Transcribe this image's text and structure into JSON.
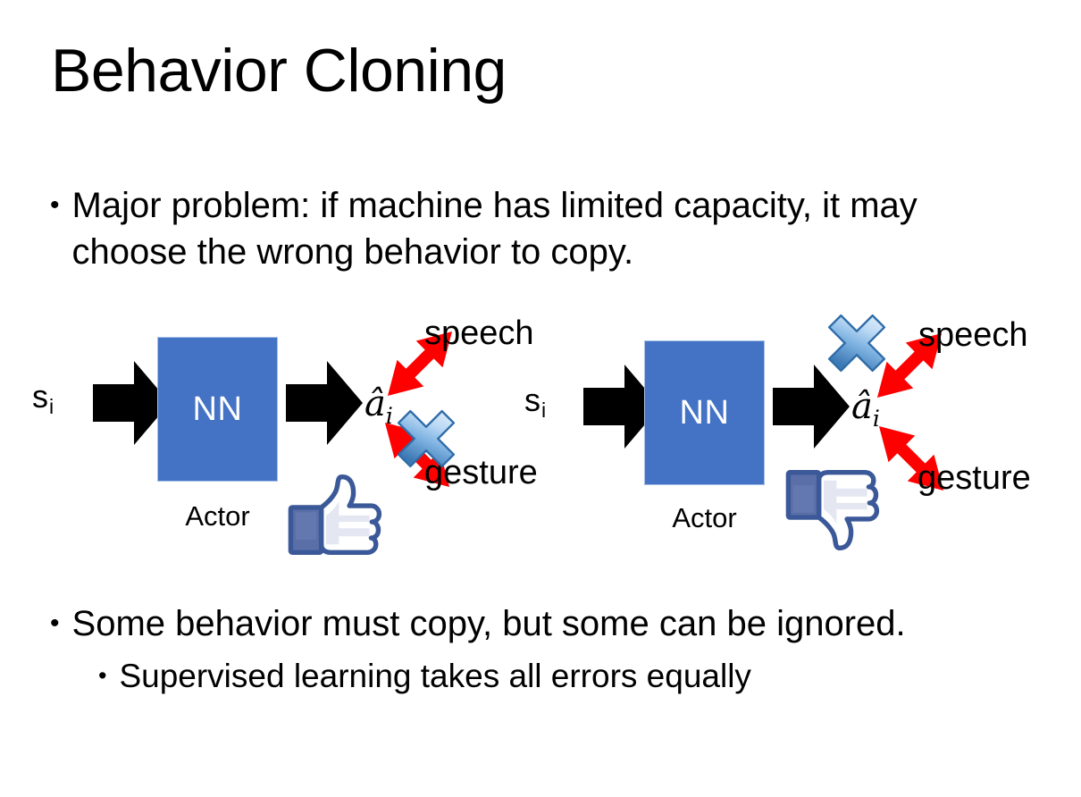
{
  "slide": {
    "title": "Behavior Cloning",
    "background_color": "#FFFFFF",
    "text_color": "#000000"
  },
  "bullets": [
    {
      "marker": "•",
      "text": "Major problem: if machine has limited capacity, it may choose the wrong behavior to copy.",
      "level": 1
    },
    {
      "marker": "•",
      "text": "Some behavior must copy, but some can be ignored.",
      "level": 1
    },
    {
      "marker": "•",
      "text": "Supervised learning takes all errors equally",
      "level": 2
    }
  ],
  "colors": {
    "nn_box_fill": "#4472C4",
    "nn_box_border": "#A7C0E8",
    "arrow_black": "#000000",
    "arrow_red": "#FF0000",
    "x_blue_light": "#D9E8F9",
    "x_blue_mid": "#6FA8DC",
    "x_blue_dark": "#3C78B4",
    "thumb_navy": "#3B5998",
    "thumb_fill": "#FFFFFF",
    "thumb_shadow": "#DFE3EE"
  },
  "diagrams": [
    {
      "id": "left",
      "input_label": "s",
      "input_subscript": "i",
      "box_label": "NN",
      "box_caption": "Actor",
      "output_label": "â",
      "output_subscript": "i",
      "branches": [
        {
          "name": "speech",
          "label": "speech",
          "direction": "up",
          "crossed_out": false
        },
        {
          "name": "gesture",
          "label": "gesture",
          "direction": "down",
          "crossed_out": true
        }
      ],
      "verdict_icon": "thumbs-up-icon",
      "verdict": "good"
    },
    {
      "id": "right",
      "input_label": "s",
      "input_subscript": "i",
      "box_label": "NN",
      "box_caption": "Actor",
      "output_label": "â",
      "output_subscript": "i",
      "branches": [
        {
          "name": "speech",
          "label": "speech",
          "direction": "up",
          "crossed_out": true
        },
        {
          "name": "gesture",
          "label": "gesture",
          "direction": "down",
          "crossed_out": false
        }
      ],
      "verdict_icon": "thumbs-down-icon",
      "verdict": "bad"
    }
  ]
}
